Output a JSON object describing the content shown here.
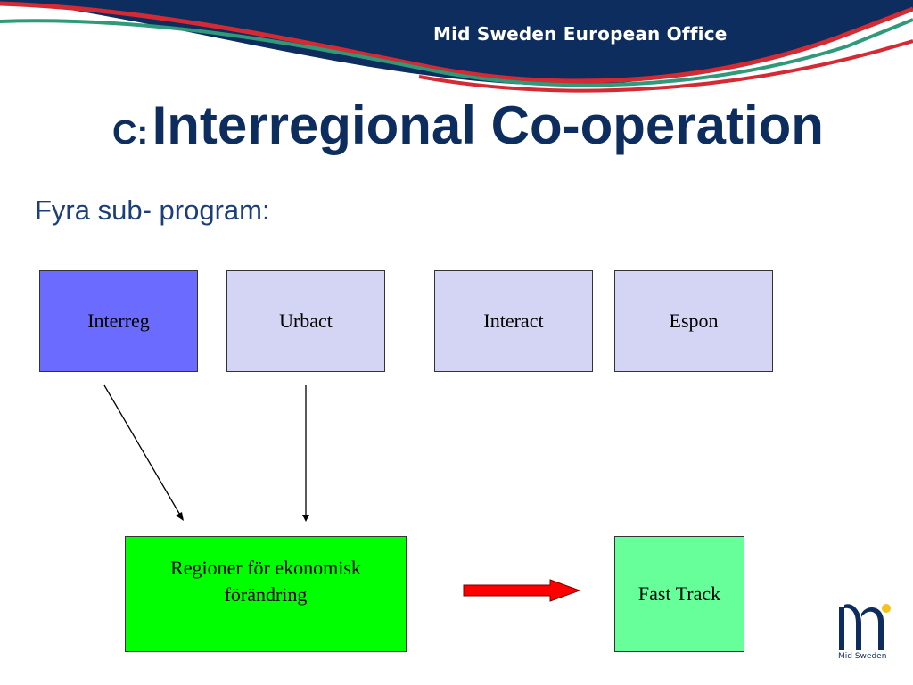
{
  "header": {
    "text": "Mid Sweden European Office"
  },
  "title": {
    "prefix": "C:",
    "main": "Interregional Co-operation"
  },
  "subtitle": "Fyra sub- program:",
  "subprograms": [
    {
      "label": "Interreg",
      "color": "#6b6bff"
    },
    {
      "label": "Urbact",
      "color": "#d4d4f4"
    },
    {
      "label": "Interact",
      "color": "#d4d4f4"
    },
    {
      "label": "Espon",
      "color": "#d4d4f4"
    }
  ],
  "targets": [
    {
      "label": "Regioner för ekonomisk förändring",
      "color": "#00ff00"
    },
    {
      "label": "Fast Track",
      "color": "#66ff99"
    }
  ],
  "arrow_color": "#ff0000",
  "logo": {
    "text": "Mid Sweden"
  },
  "colors": {
    "navy": "#0d2d5e",
    "stripe_red": "#d42a34",
    "stripe_green": "#2e9a7a"
  }
}
